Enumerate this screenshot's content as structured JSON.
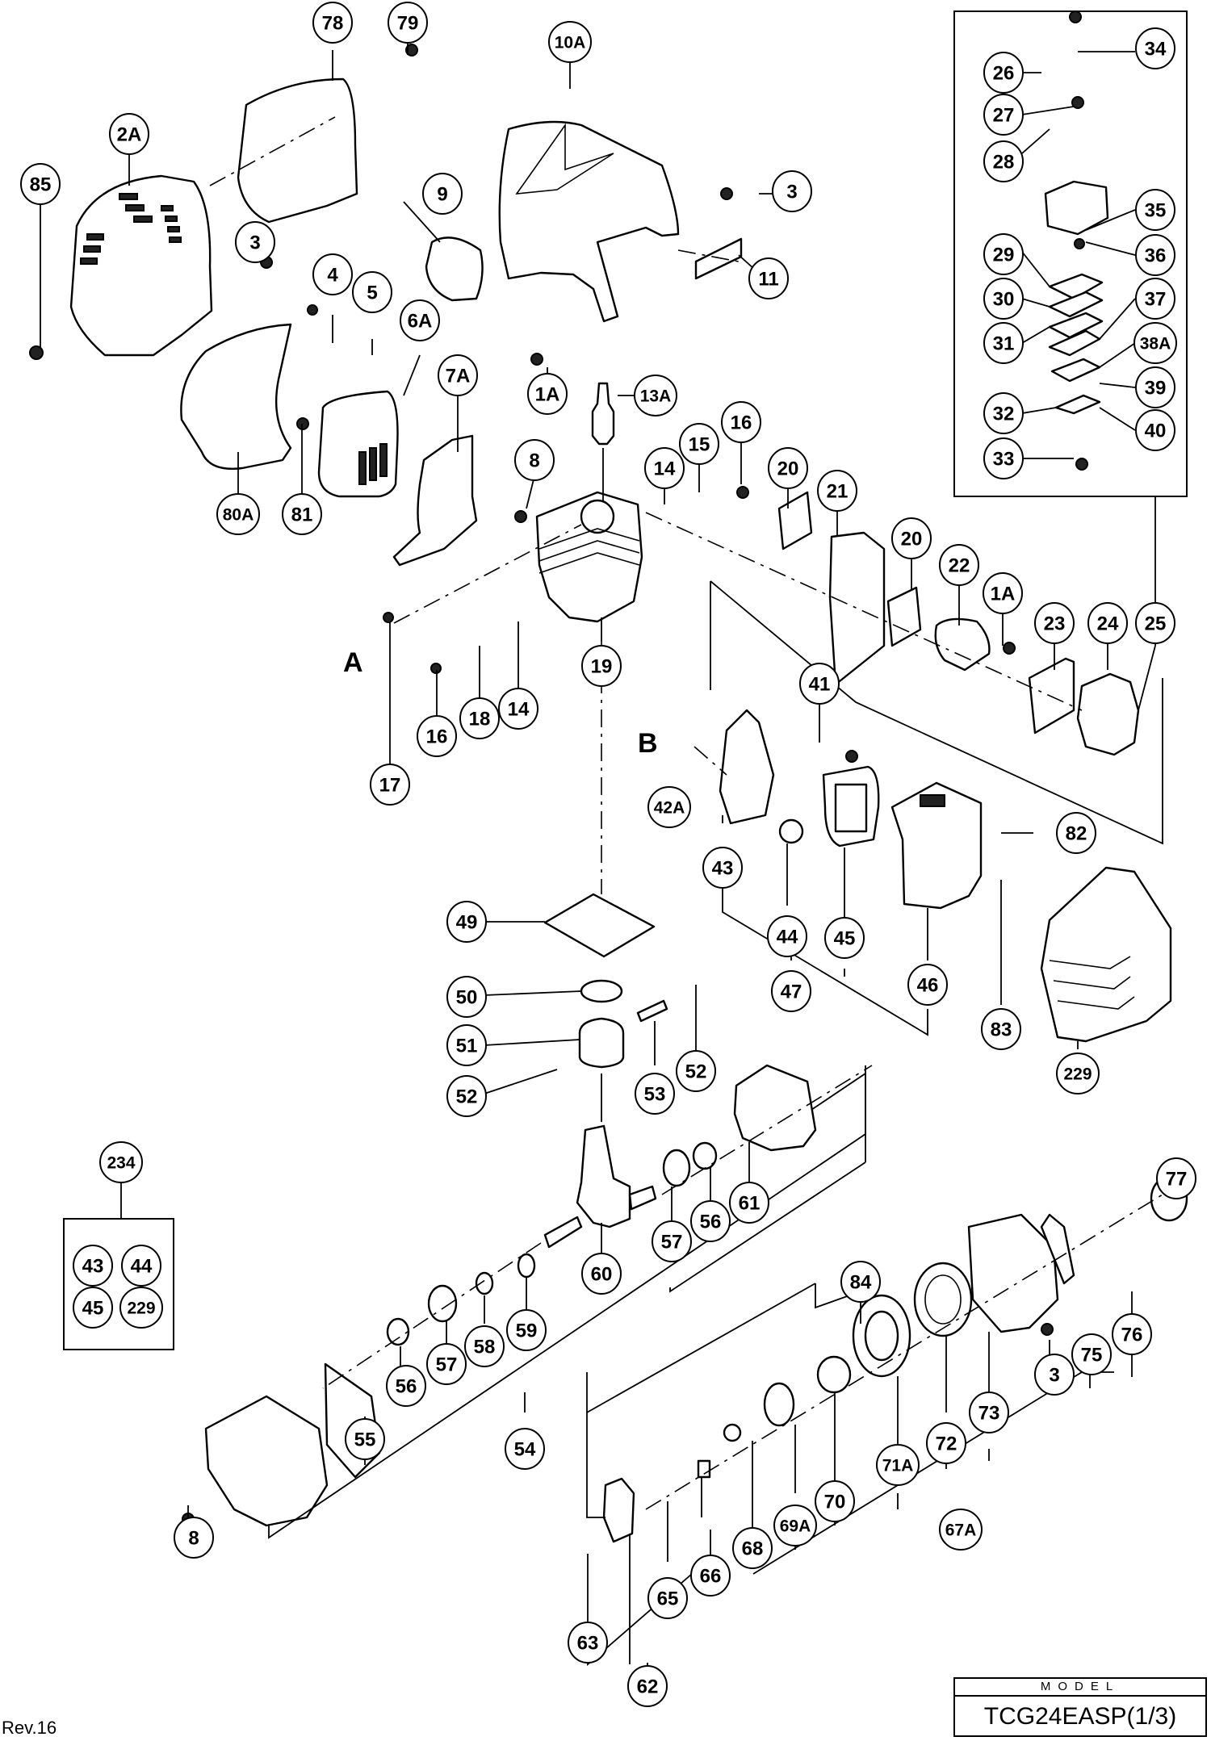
{
  "title": "TCG24EASP(1/3)",
  "model_box": {
    "header": "MODEL",
    "model": "TCG24EASP(1/3)"
  },
  "revision": "Rev.16",
  "reference_letters": [
    "A",
    "B"
  ],
  "kit_box": {
    "label": "234",
    "contents": [
      "43",
      "44",
      "45",
      "229"
    ]
  },
  "callouts": {
    "c78": "78",
    "c79": "79",
    "c10A": "10A",
    "c2A": "2A",
    "c85": "85",
    "c3a": "3",
    "c3b": "3",
    "c9": "9",
    "c11": "11",
    "c4": "4",
    "c5": "5",
    "c6A": "6A",
    "c1Aa": "1A",
    "c7A": "7A",
    "c13A": "13A",
    "c16a": "16",
    "c15": "15",
    "c14a": "14",
    "c8a": "8",
    "c80A": "80A",
    "c81": "81",
    "c20a": "20",
    "c21": "21",
    "c20b": "20",
    "c22": "22",
    "c1Ab": "1A",
    "c23": "23",
    "c24": "24",
    "c25": "25",
    "c19": "19",
    "c17": "17",
    "c16b": "16",
    "c18": "18",
    "c14b": "14",
    "c34": "34",
    "c26": "26",
    "c27": "27",
    "c28": "28",
    "c35": "35",
    "c36": "36",
    "c29": "29",
    "c30": "30",
    "c37": "37",
    "c31": "31",
    "c38A": "38A",
    "c39": "39",
    "c32": "32",
    "c40": "40",
    "c33": "33",
    "c41": "41",
    "c42A": "42A",
    "c43": "43",
    "c44": "44",
    "c45": "45",
    "c46": "46",
    "c47": "47",
    "c82": "82",
    "c83": "83",
    "c229": "229",
    "c49": "49",
    "c50": "50",
    "c51": "51",
    "c52a": "52",
    "c52b": "52",
    "c53": "53",
    "c57a": "57",
    "c56a": "56",
    "c61": "61",
    "c60": "60",
    "c59": "59",
    "c58": "58",
    "c57b": "57",
    "c56b": "56",
    "c55": "55",
    "c54": "54",
    "c8b": "8",
    "c84": "84",
    "c77": "77",
    "c3c": "3",
    "c75": "75",
    "c76": "76",
    "c73": "73",
    "c72": "72",
    "c71A": "71A",
    "c70": "70",
    "c69A": "69A",
    "c68": "68",
    "c67A": "67A",
    "c66": "66",
    "c65": "65",
    "c63": "63",
    "c62": "62"
  }
}
